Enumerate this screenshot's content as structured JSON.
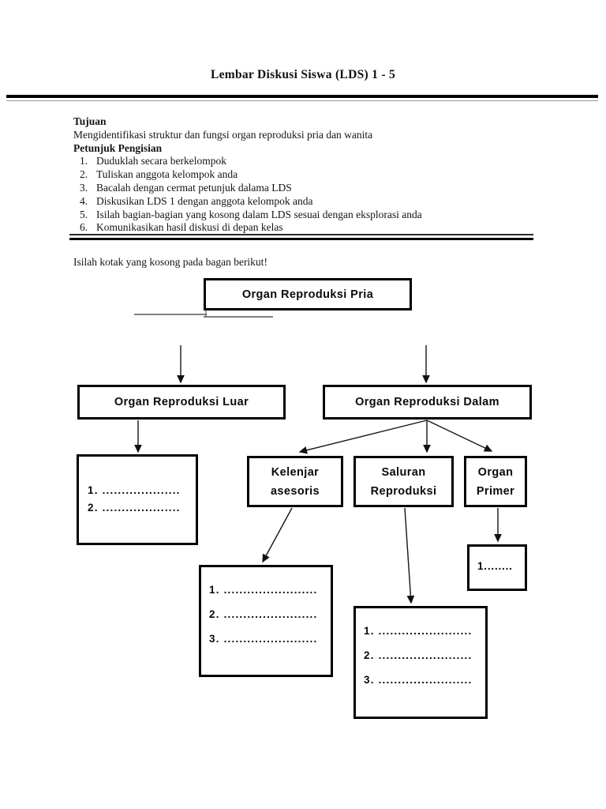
{
  "header": {
    "title": "Lembar Diskusi Siswa (LDS) 1 - 5"
  },
  "content": {
    "tujuan_heading": "Tujuan",
    "tujuan_text": "Mengidentifikasi struktur dan fungsi organ reproduksi pria dan wanita",
    "petunjuk_heading": "Petunjuk Pengisian",
    "instructions": [
      {
        "num": "1.",
        "text": "Duduklah secara berkelompok"
      },
      {
        "num": "2.",
        "text": "Tuliskan anggota kelompok anda"
      },
      {
        "num": "3.",
        "text": "Bacalah dengan cermat petunjuk dalama LDS"
      },
      {
        "num": "4.",
        "text": "Diskusikan LDS 1 dengan anggota kelompok anda"
      },
      {
        "num": "5.",
        "text": "Isilah bagian-bagian yang kosong dalam LDS sesuai dengan eksplorasi anda"
      },
      {
        "num": "6.",
        "text": "Komunikasikan hasil diskusi di depan kelas"
      }
    ],
    "prompt": "Isilah kotak yang kosong pada bagan berikut!"
  },
  "diagram": {
    "root_label": "Organ Reproduksi Pria",
    "luar_label": "Organ Reproduksi Luar",
    "dalam_label": "Organ Reproduksi Dalam",
    "kelenjar_line1": "Kelenjar",
    "kelenjar_line2": "asesoris",
    "saluran_line1": "Saluran",
    "saluran_line2": "Reproduksi",
    "primer_line1": "Organ",
    "primer_line2": "Primer",
    "luar_blanks": [
      "1. ....................",
      "2. ...................."
    ],
    "kelenjar_blanks": [
      "1. ........................",
      "2. ........................",
      "3. ........................"
    ],
    "saluran_blanks": [
      "1. ........................",
      "2. ........................",
      "3. ........................"
    ],
    "primer_blanks": [
      "1........"
    ]
  },
  "colors": {
    "ink": "#000000",
    "line_gray": "#555555"
  }
}
